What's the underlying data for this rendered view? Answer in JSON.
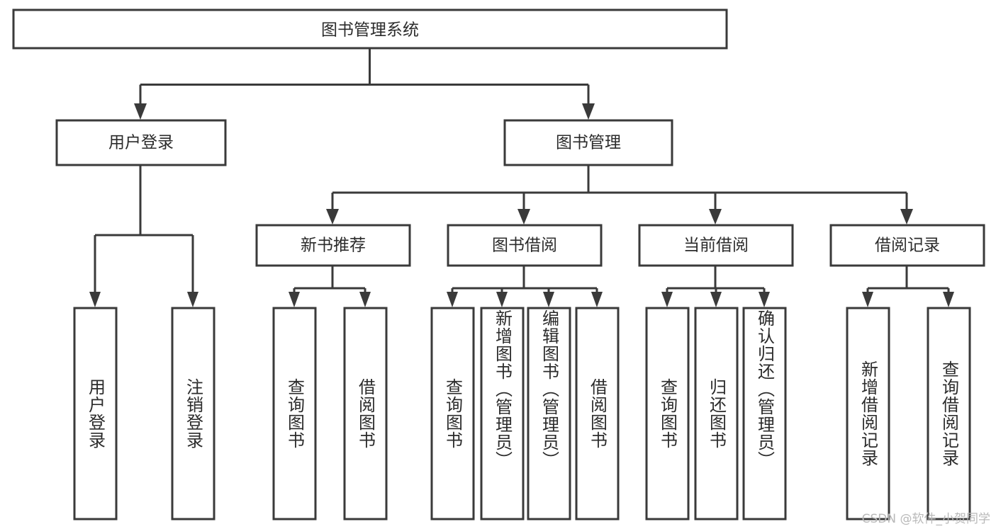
{
  "diagram": {
    "title": "图书管理系统",
    "type": "tree-hierarchy-chart",
    "orientation": "top-down",
    "colors": {
      "box_stroke": "#3a3a3a",
      "box_fill": "#ffffff",
      "connector": "#3a3a3a",
      "text": "#2b2b2b",
      "background": "#ffffff",
      "watermark": "#b9b9b9"
    }
  },
  "root": {
    "label": "图书管理系统"
  },
  "level2": [
    {
      "label": "用户登录"
    },
    {
      "label": "图书管理"
    }
  ],
  "level3": [
    {
      "label": "新书推荐"
    },
    {
      "label": "图书借阅"
    },
    {
      "label": "当前借阅"
    },
    {
      "label": "借阅记录"
    }
  ],
  "leaves": {
    "user_login": [
      {
        "label": "用户登录"
      },
      {
        "label": "注销登录"
      }
    ],
    "new_book_recommend": [
      {
        "label": "查询图书"
      },
      {
        "label": "借阅图书"
      }
    ],
    "book_borrow": [
      {
        "label": "查询图书"
      },
      {
        "label": "新增图书（管理员）"
      },
      {
        "label": "编辑图书（管理员）"
      },
      {
        "label": "借阅图书"
      }
    ],
    "current_borrow": [
      {
        "label": "查询图书"
      },
      {
        "label": "归还图书"
      },
      {
        "label": "确认归还（管理员）"
      }
    ],
    "borrow_record": [
      {
        "label": "新增借阅记录"
      },
      {
        "label": "查询借阅记录"
      }
    ]
  },
  "watermark": {
    "text": "CSDN @软件_小贺同学"
  }
}
